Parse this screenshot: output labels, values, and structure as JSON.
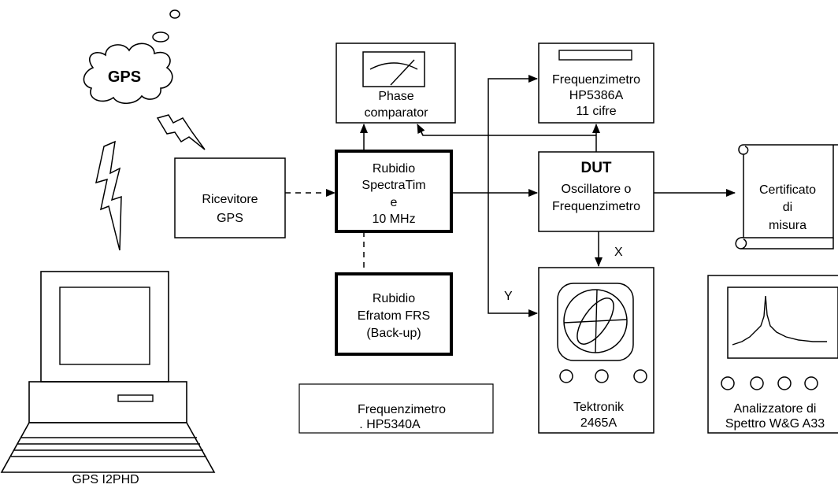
{
  "gps_cloud": {
    "label": "GPS"
  },
  "ricevitore": {
    "line1": "Ricevitore",
    "line2": "GPS"
  },
  "rubidio_spectratime": {
    "line1": "Rubidio",
    "line2": "SpectraTim",
    "line3": "e",
    "line4": "10 MHz"
  },
  "rubidio_efratom": {
    "line1": "Rubidio",
    "line2": "Efratom FRS",
    "line3": "(Back-up)"
  },
  "phase_comparator": {
    "line1": "Phase",
    "line2": "comparator"
  },
  "freq_hp5386": {
    "line1": "Frequenzimetro",
    "line2": "HP5386A",
    "line3": "11 cifre"
  },
  "dut": {
    "title": "DUT",
    "line1": "Oscillatore o",
    "line2": "Frequenzimetro"
  },
  "certificato": {
    "line1": "Certificato",
    "line2": "di",
    "line3": "misura"
  },
  "tektronik": {
    "line1": "Tektronik",
    "line2": "2465A"
  },
  "analizzatore": {
    "line1": "Analizzatore  di",
    "line2": "Spettro W&G A33"
  },
  "freq_hp5340": {
    "line1": "Frequenzimetro",
    "line2": ".    HP5340A"
  },
  "labels": {
    "x": "X",
    "y": "Y"
  },
  "computer": {
    "label": "GPS  I2PHD"
  }
}
